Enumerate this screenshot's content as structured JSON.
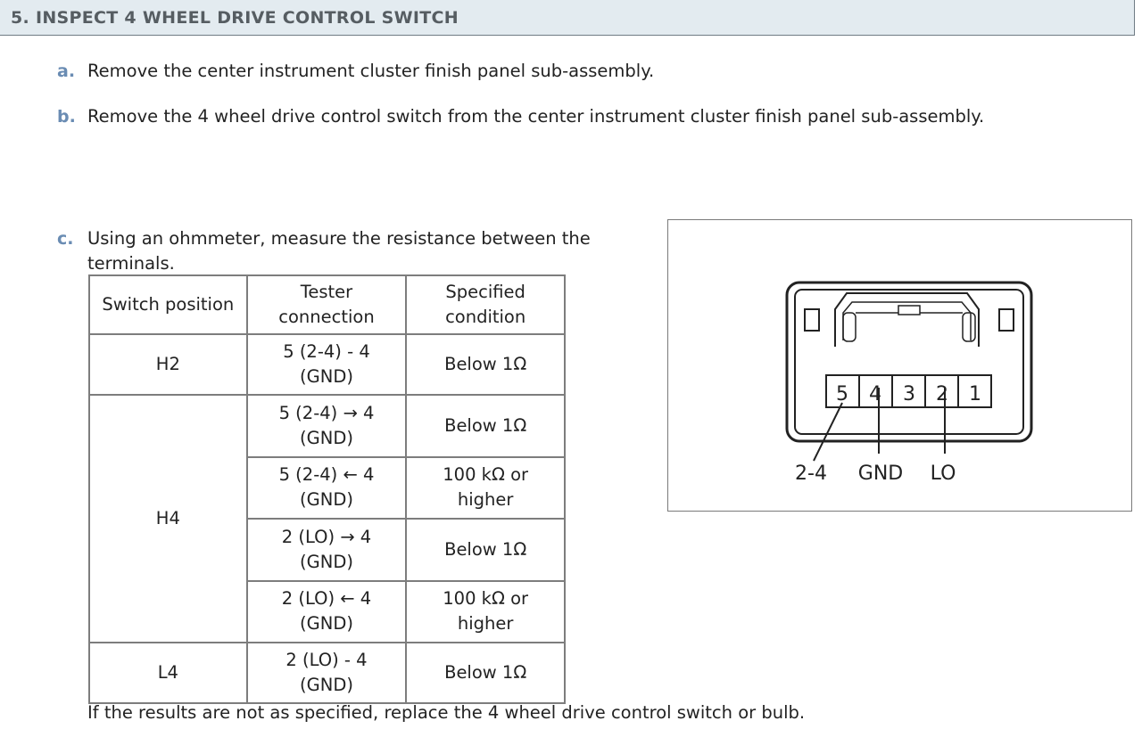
{
  "header": {
    "title": "5. INSPECT 4 WHEEL DRIVE CONTROL SWITCH"
  },
  "steps": [
    {
      "letter": "a.",
      "text": "Remove the center instrument cluster finish panel sub-assembly."
    },
    {
      "letter": "b.",
      "text": "Remove the 4 wheel drive control switch from the center instrument cluster finish panel sub-assembly."
    },
    {
      "letter": "c.",
      "text": "Using an ohmmeter, measure the resistance between the terminals."
    }
  ],
  "table": {
    "headers": [
      "Switch position",
      "Tester connection",
      "Specified condition"
    ],
    "groups": [
      {
        "position": "H2",
        "rows": [
          {
            "connection": "5 (2-4) - 4 (GND)",
            "condition": "Below 1Ω"
          }
        ]
      },
      {
        "position": "H4",
        "rows": [
          {
            "connection": "5 (2-4) → 4 (GND)",
            "condition": "Below 1Ω"
          },
          {
            "connection": "5 (2-4) ← 4 (GND)",
            "condition": "100 kΩ or higher"
          },
          {
            "connection": "2 (LO) → 4 (GND)",
            "condition": "Below 1Ω"
          },
          {
            "connection": "2 (LO) ← 4 (GND)",
            "condition": "100 kΩ or higher"
          }
        ]
      },
      {
        "position": "L4",
        "rows": [
          {
            "connection": "2 (LO) - 4 (GND)",
            "condition": "Below 1Ω"
          }
        ]
      }
    ]
  },
  "note": "If the results are not as specified, replace the 4 wheel drive control switch or bulb.",
  "diagram": {
    "pins": [
      "5",
      "4",
      "3",
      "2",
      "1"
    ],
    "labels": [
      "2-4",
      "GND",
      "LO"
    ]
  }
}
